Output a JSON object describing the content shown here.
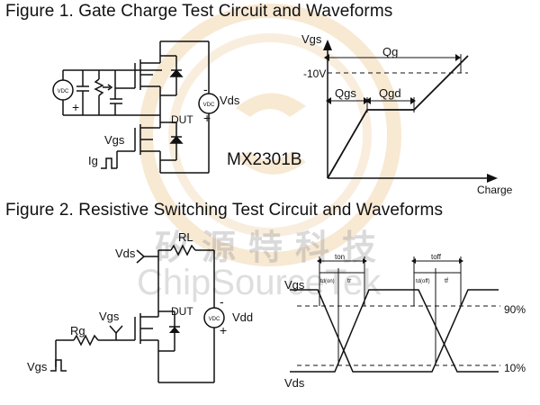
{
  "figure1": {
    "title": "Figure 1. Gate Charge Test Circuit and Waveforms",
    "circuit": {
      "vdc_label": "VDC",
      "vds_label": "Vds",
      "dut_label": "DUT",
      "vgs_label": "Vgs",
      "ig_label": "Ig",
      "plus": "+",
      "minus": "-"
    },
    "part_number": "MX2301B",
    "waveform": {
      "y_axis_label": "Vgs",
      "x_axis_label": "Charge",
      "v_level": "-10V",
      "qg": "Qg",
      "qgs": "Qgs",
      "qgd": "Qgd"
    }
  },
  "figure2": {
    "title": "Figure 2. Resistive Switching Test Circuit and Waveforms",
    "circuit": {
      "vds_label": "Vds",
      "rl_label": "RL",
      "vgs_label": "Vgs",
      "rg_label": "Rg",
      "dut_label": "DUT",
      "vdd_label": "Vdd",
      "vgs_in_label": "Vgs",
      "vdc_label": "VDC",
      "plus": "+",
      "minus": "-"
    },
    "waveform": {
      "vgs_label": "Vgs",
      "vds_label": "Vds",
      "pct_90": "90%",
      "pct_10": "10%",
      "t_on": "ton",
      "t_off": "toff",
      "td_on": "td(on)",
      "t_r": "tr",
      "td_off": "td(off)",
      "t_f": "tf"
    }
  },
  "watermark": {
    "chinese": "矽源特科技",
    "english": "ChipSourceTek"
  }
}
